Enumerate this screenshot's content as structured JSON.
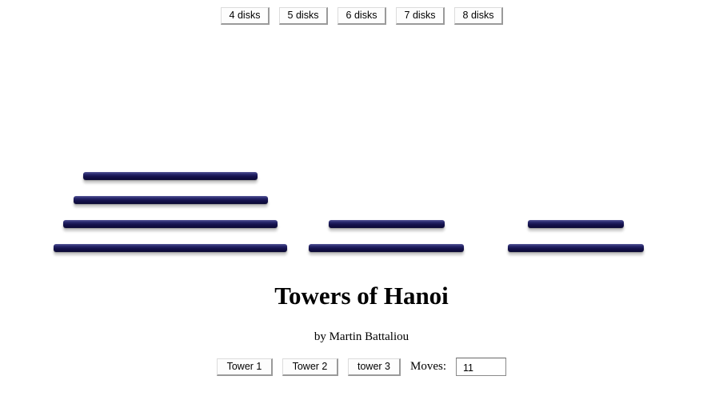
{
  "disk_buttons": [
    {
      "label": "4 disks"
    },
    {
      "label": "5 disks"
    },
    {
      "label": "6 disks"
    },
    {
      "label": "7 disks"
    },
    {
      "label": "8 disks"
    }
  ],
  "game": {
    "total_disks": 8,
    "disk_color": "#15124e",
    "towers": [
      {
        "disks_bottom_to_top": [
          8,
          7,
          6,
          5
        ]
      },
      {
        "disks_bottom_to_top": [
          4,
          2
        ]
      },
      {
        "disks_bottom_to_top": [
          3,
          1
        ]
      }
    ]
  },
  "title": "Towers of Hanoi",
  "byline": "by Martin Battaliou",
  "tower_buttons": [
    {
      "label": "Tower 1"
    },
    {
      "label": "Tower 2"
    },
    {
      "label": "tower 3"
    }
  ],
  "moves": {
    "label": "Moves:",
    "value": "11"
  }
}
